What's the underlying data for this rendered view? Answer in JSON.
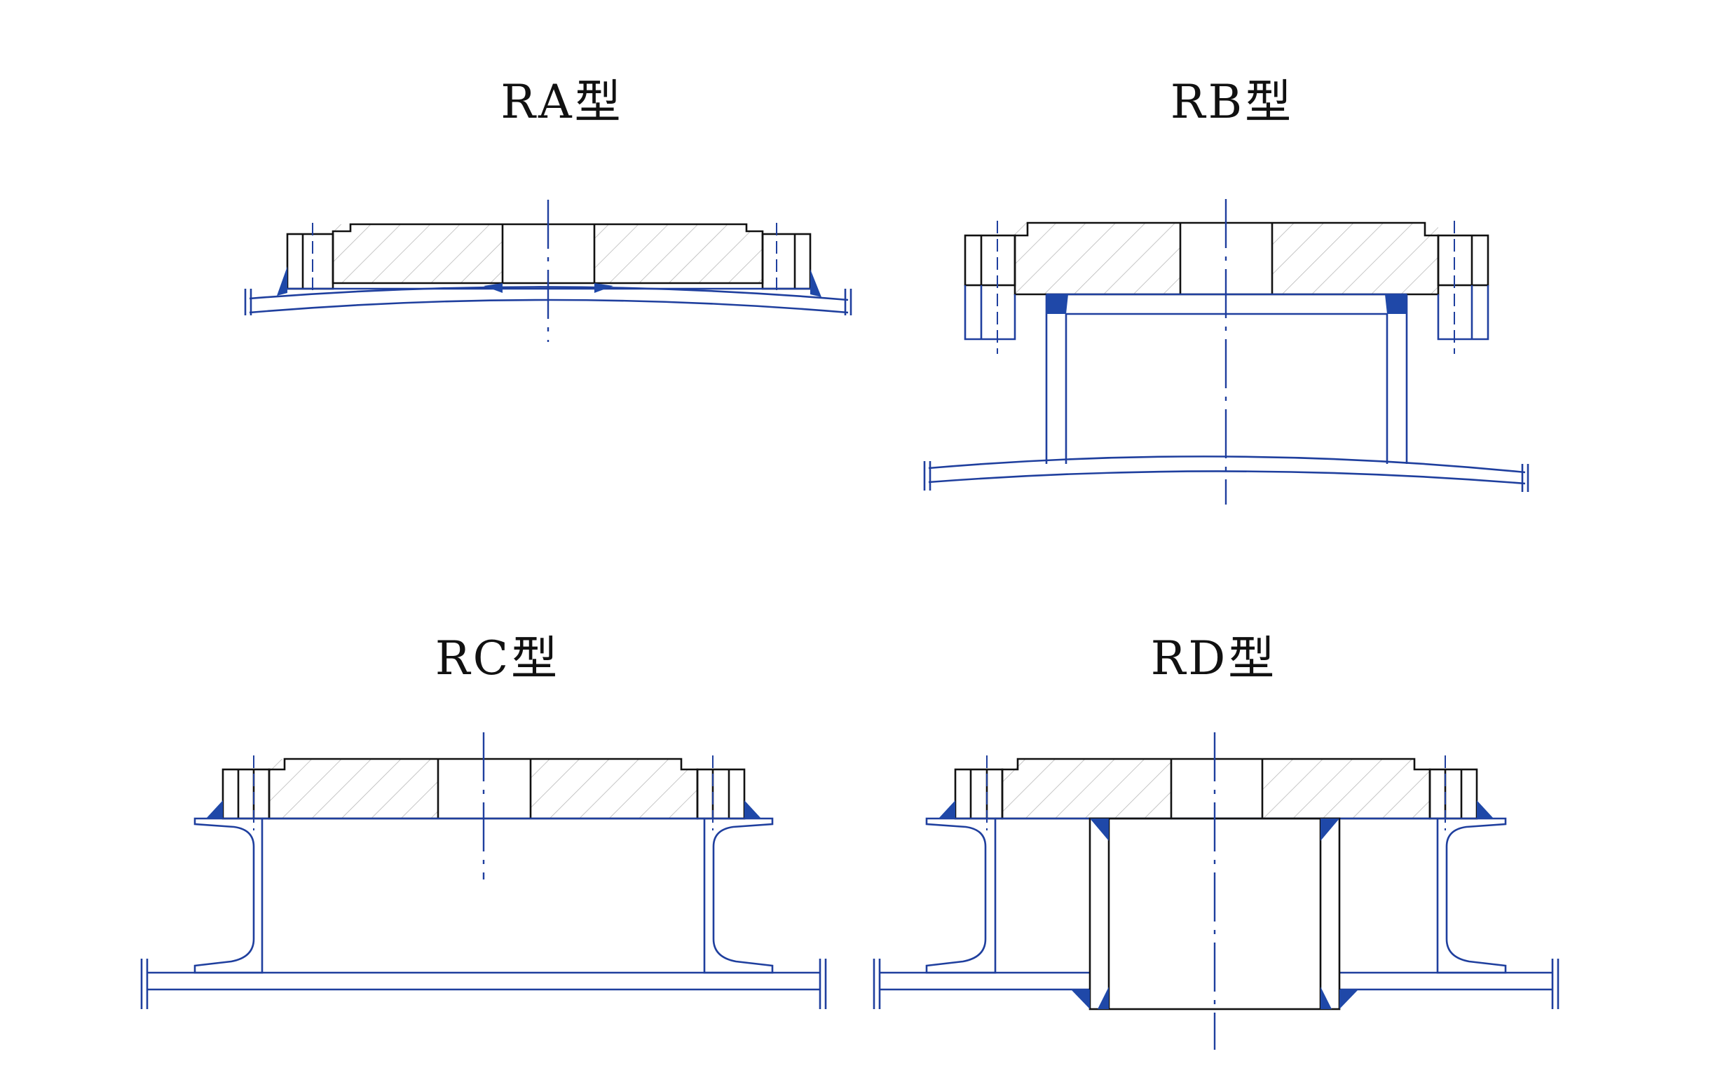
{
  "diagram": {
    "panels": [
      {
        "id": "ra",
        "title": "RA型"
      },
      {
        "id": "rb",
        "title": "RB型"
      },
      {
        "id": "rc",
        "title": "RC型"
      },
      {
        "id": "rd",
        "title": "RD型"
      }
    ],
    "colors": {
      "outline": "#111111",
      "steel_blue": "#1f3f9e",
      "weld_fill": "#1f48a8",
      "hatch": "#b8b8b8",
      "background": "#ffffff"
    }
  }
}
